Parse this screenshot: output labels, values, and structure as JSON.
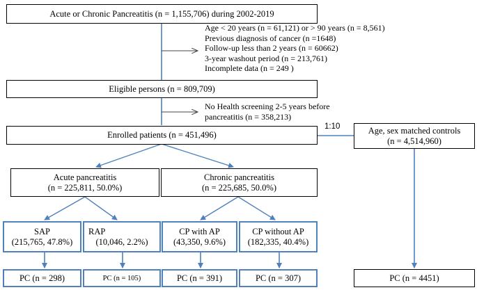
{
  "top_box": "Acute or Chronic Pancreatitis (n = 1,155,706) during 2002-2019",
  "exclusions_1": [
    "Age < 20 years (n = 61,121) or > 90 years (n = 8,561)",
    "Previous diagnosis of cancer (n =1648)",
    "Follow-up less than 2 years (n = 60662)",
    "3-year washout period (n = 213,761)",
    "Incomplete data (n = 249 )"
  ],
  "eligible_box": "Eligible persons (n = 809,709)",
  "exclusions_2": [
    "No Health screening 2-5 years before",
    "pancreatitis (n = 358,213)"
  ],
  "enrolled_box": "Enrolled patients (n = 451,496)",
  "ratio_label": "1:10",
  "controls_box": [
    "Age, sex matched controls",
    "(n = 4,514,960)"
  ],
  "acute_box": [
    "Acute pancreatitis",
    "(n = 225,811, 50.0%)"
  ],
  "chronic_box": [
    "Chronic pancreatitis",
    "(n = 225,685, 50.0%)"
  ],
  "subgroups": [
    {
      "name": "SAP",
      "detail": "(215,765, 47.8%)",
      "outcome": "PC (n = 298)"
    },
    {
      "name": "RAP",
      "detail": "(10,046, 2.2%)",
      "outcome": "PC (n = 105)"
    },
    {
      "name": "CP with AP",
      "detail": "(43,350, 9.6%)",
      "outcome": "PC (n = 391)"
    },
    {
      "name": "CP without AP",
      "detail": "(182,335, 40.4%)",
      "outcome": "PC (n = 307)"
    }
  ],
  "controls_outcome": "PC (n = 4451)",
  "colors": {
    "line": "#4f81bd",
    "border": "#000000",
    "subgroup_border": "#4f81bd"
  }
}
